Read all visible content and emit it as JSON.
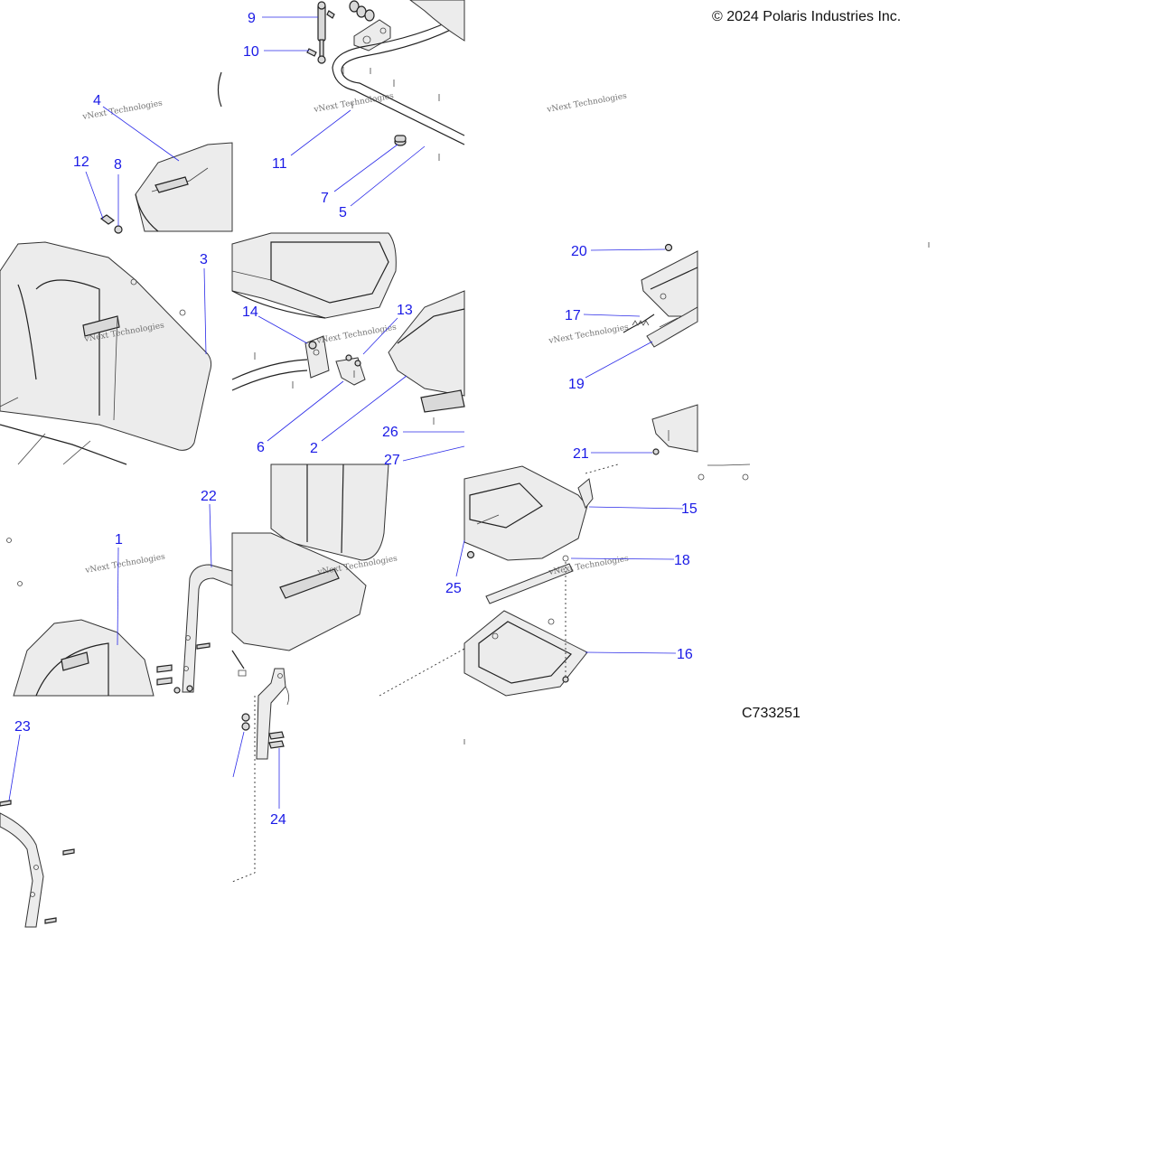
{
  "copyright": "© 2024 Polaris Industries Inc.",
  "figure_id": "C733251",
  "watermark": "vNext Technologies",
  "callouts": [
    {
      "id": "c9",
      "label": "9"
    },
    {
      "id": "c10",
      "label": "10"
    },
    {
      "id": "c4",
      "label": "4"
    },
    {
      "id": "c11",
      "label": "11"
    },
    {
      "id": "c12",
      "label": "12"
    },
    {
      "id": "c8",
      "label": "8"
    },
    {
      "id": "c7",
      "label": "7"
    },
    {
      "id": "c5",
      "label": "5"
    },
    {
      "id": "c3",
      "label": "3"
    },
    {
      "id": "c20",
      "label": "20"
    },
    {
      "id": "c17",
      "label": "17"
    },
    {
      "id": "c14",
      "label": "14"
    },
    {
      "id": "c13",
      "label": "13"
    },
    {
      "id": "c19",
      "label": "19"
    },
    {
      "id": "c6",
      "label": "6"
    },
    {
      "id": "c2",
      "label": "2"
    },
    {
      "id": "c26",
      "label": "26"
    },
    {
      "id": "c27",
      "label": "27"
    },
    {
      "id": "c21",
      "label": "21"
    },
    {
      "id": "c22",
      "label": "22"
    },
    {
      "id": "c1",
      "label": "1"
    },
    {
      "id": "c15",
      "label": "15"
    },
    {
      "id": "c18",
      "label": "18"
    },
    {
      "id": "c25",
      "label": "25"
    },
    {
      "id": "c16",
      "label": "16"
    },
    {
      "id": "c23",
      "label": "23"
    },
    {
      "id": "c24",
      "label": "24"
    }
  ]
}
